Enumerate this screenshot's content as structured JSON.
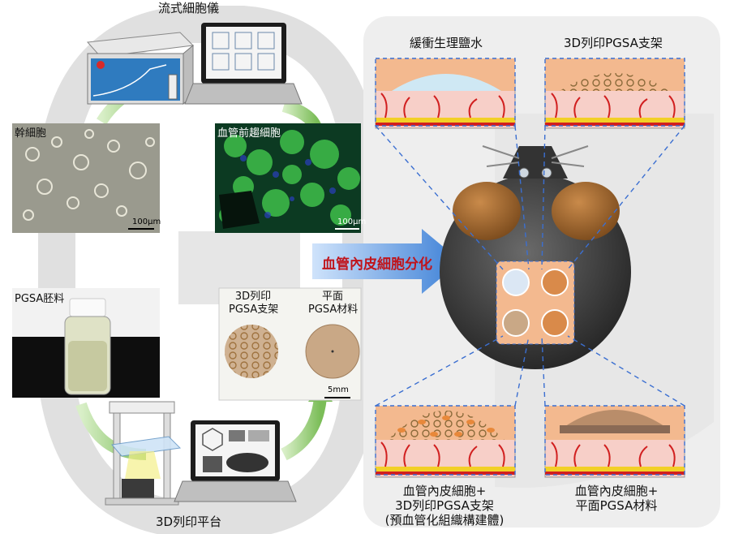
{
  "labels": {
    "flow_cytometer": "流式細胞儀",
    "stem_cells": "幹細胞",
    "stem_scale": "100μm",
    "epc": "血管前趨細胞",
    "epc_scale": "100μm",
    "pgsa_prepolymer": "PGSA胚料",
    "printed_scaffold_line1": "3D列印",
    "printed_scaffold_line2": "PGSA支架",
    "flat_material_line1": "平面",
    "flat_material_line2": "PGSA材料",
    "sample_scale": "5mm",
    "printer": "3D列印平台",
    "differentiation": "血管內皮細胞分化",
    "saline": "緩衝生理鹽水",
    "scaffold_top": "3D列印PGSA支架",
    "cells_scaffold_line1": "血管內皮細胞+",
    "cells_scaffold_line2": "3D列印PGSA支架",
    "cells_scaffold_line3": "(預血管化組織構建體)",
    "cells_flat_line1": "血管內皮細胞+",
    "cells_flat_line2": "平面PGSA材料"
  },
  "colors": {
    "accent_red": "#c0141b",
    "arrow_blue": "#4a8fd8",
    "tissue_pink": "#f7cfc8",
    "tissue_orange": "#f3b98f",
    "vessel_red": "#d11f1f",
    "dashed_blue": "#3b6fd1",
    "arrow_green": "#8cc46a"
  }
}
